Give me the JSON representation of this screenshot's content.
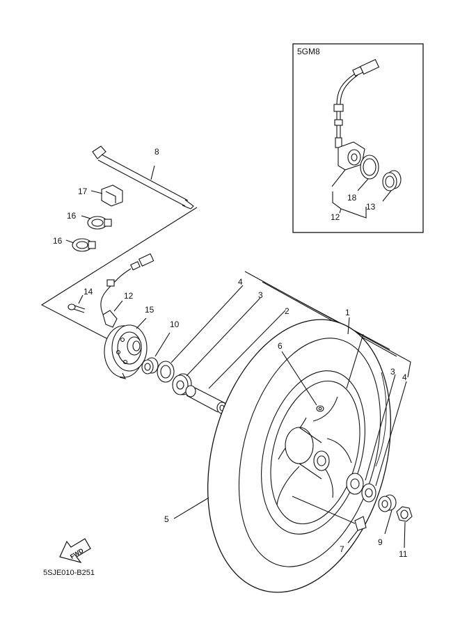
{
  "diagram": {
    "inset_title": "5GM8",
    "diagram_code": "5SJE010-B251",
    "fwd_label": "FWD",
    "callouts": {
      "c1": "1",
      "c2": "2",
      "c3a": "3",
      "c3b": "3",
      "c4a": "4",
      "c4b": "4",
      "c5": "5",
      "c6": "6",
      "c7": "7",
      "c8": "8",
      "c9": "9",
      "c10": "10",
      "c11": "11",
      "c12": "12",
      "c14": "14",
      "c15": "15",
      "c16a": "16",
      "c16b": "16",
      "c17": "17",
      "c12i": "12",
      "c13i": "13",
      "c18i": "18"
    }
  }
}
